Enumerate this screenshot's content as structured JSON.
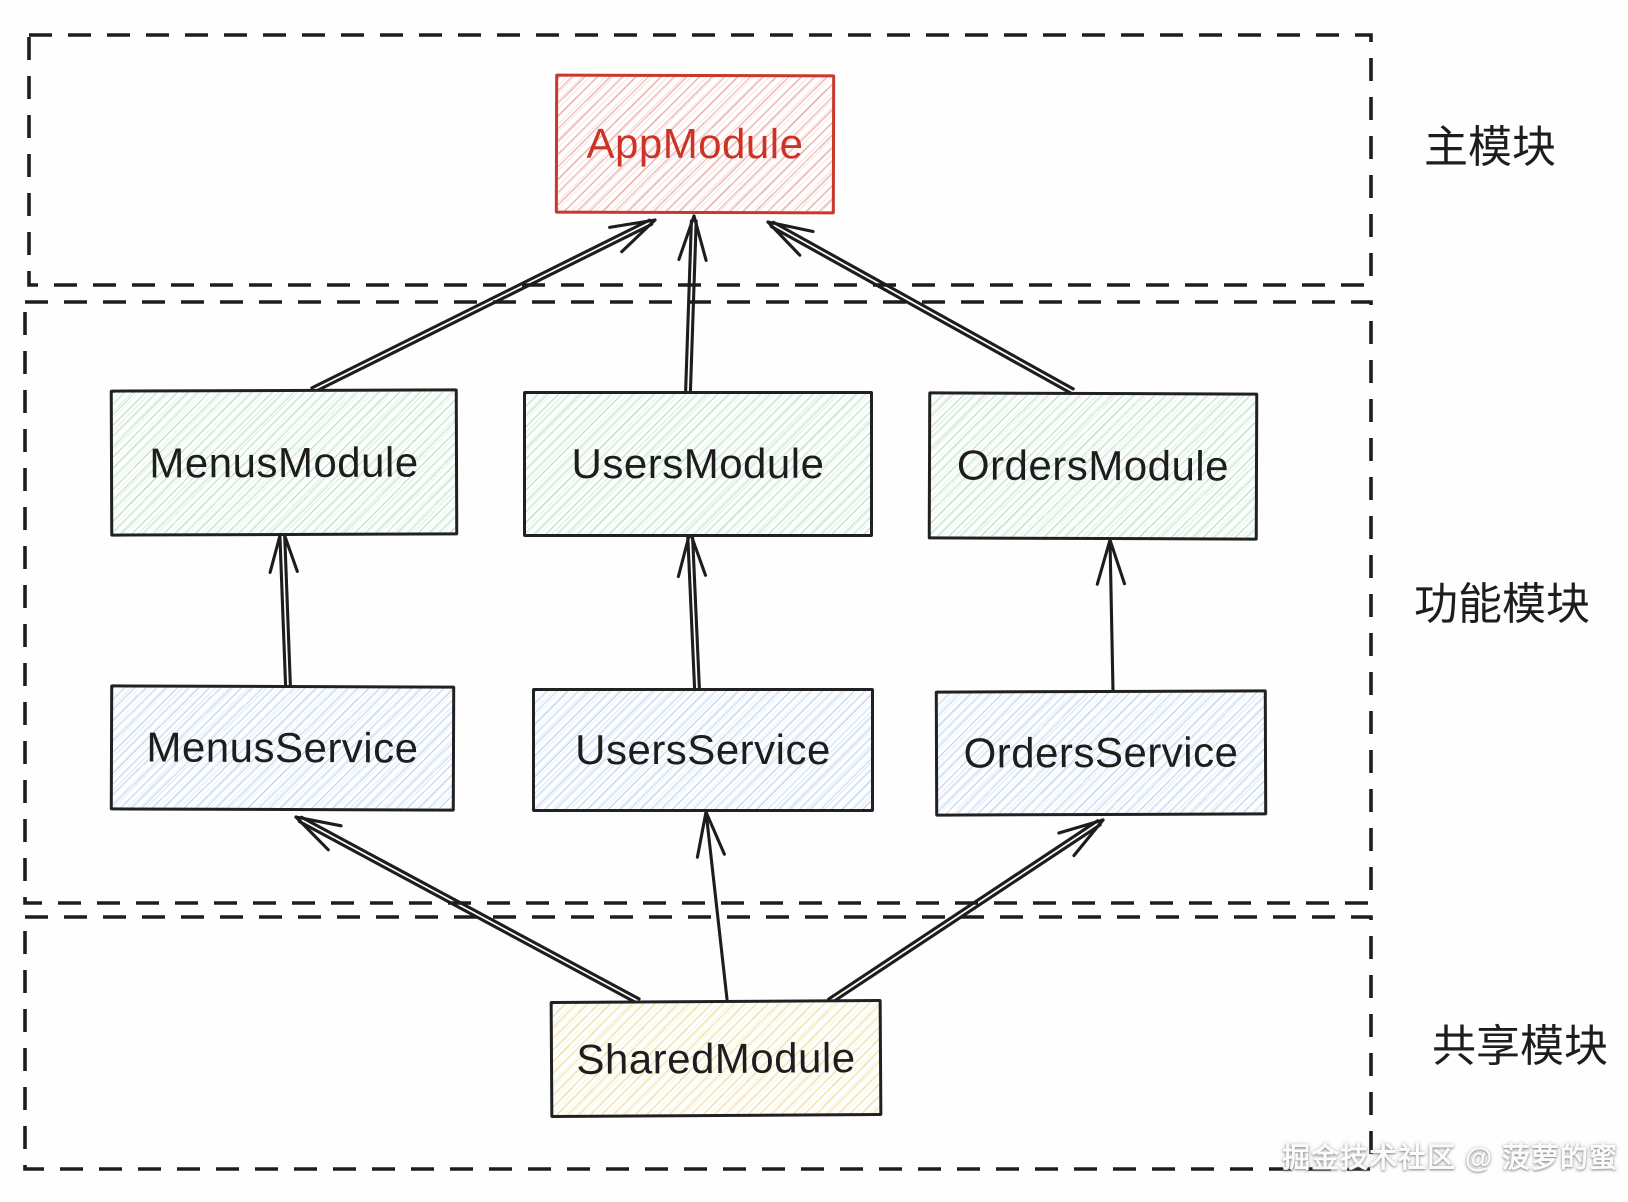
{
  "diagram": {
    "sections": [
      {
        "id": "main",
        "label": "主模块"
      },
      {
        "id": "feature",
        "label": "功能模块"
      },
      {
        "id": "shared",
        "label": "共享模块"
      }
    ],
    "nodes": [
      {
        "id": "app-module",
        "label": "AppModule",
        "kind": "root-module"
      },
      {
        "id": "menus-module",
        "label": "MenusModule",
        "kind": "feature-module"
      },
      {
        "id": "users-module",
        "label": "UsersModule",
        "kind": "feature-module"
      },
      {
        "id": "orders-module",
        "label": "OrdersModule",
        "kind": "feature-module"
      },
      {
        "id": "menus-service",
        "label": "MenusService",
        "kind": "service"
      },
      {
        "id": "users-service",
        "label": "UsersService",
        "kind": "service"
      },
      {
        "id": "orders-service",
        "label": "OrdersService",
        "kind": "service"
      },
      {
        "id": "shared-module",
        "label": "SharedModule",
        "kind": "shared-module"
      }
    ],
    "edges": [
      {
        "from": "MenusModule",
        "to": "AppModule"
      },
      {
        "from": "UsersModule",
        "to": "AppModule"
      },
      {
        "from": "OrdersModule",
        "to": "AppModule"
      },
      {
        "from": "MenusService",
        "to": "MenusModule"
      },
      {
        "from": "UsersService",
        "to": "UsersModule"
      },
      {
        "from": "OrdersService",
        "to": "OrdersModule"
      },
      {
        "from": "SharedModule",
        "to": "MenusService"
      },
      {
        "from": "SharedModule",
        "to": "UsersService"
      },
      {
        "from": "SharedModule",
        "to": "OrdersService"
      }
    ],
    "watermark": "掘金技术社区 @ 菠萝的蜜",
    "colors": {
      "app_accent": "#cc3226",
      "module_hatch": "#8fd3a4",
      "service_hatch": "#a9c9ef",
      "shared_hatch": "#e7d48a",
      "line": "#1d1d1d"
    }
  }
}
